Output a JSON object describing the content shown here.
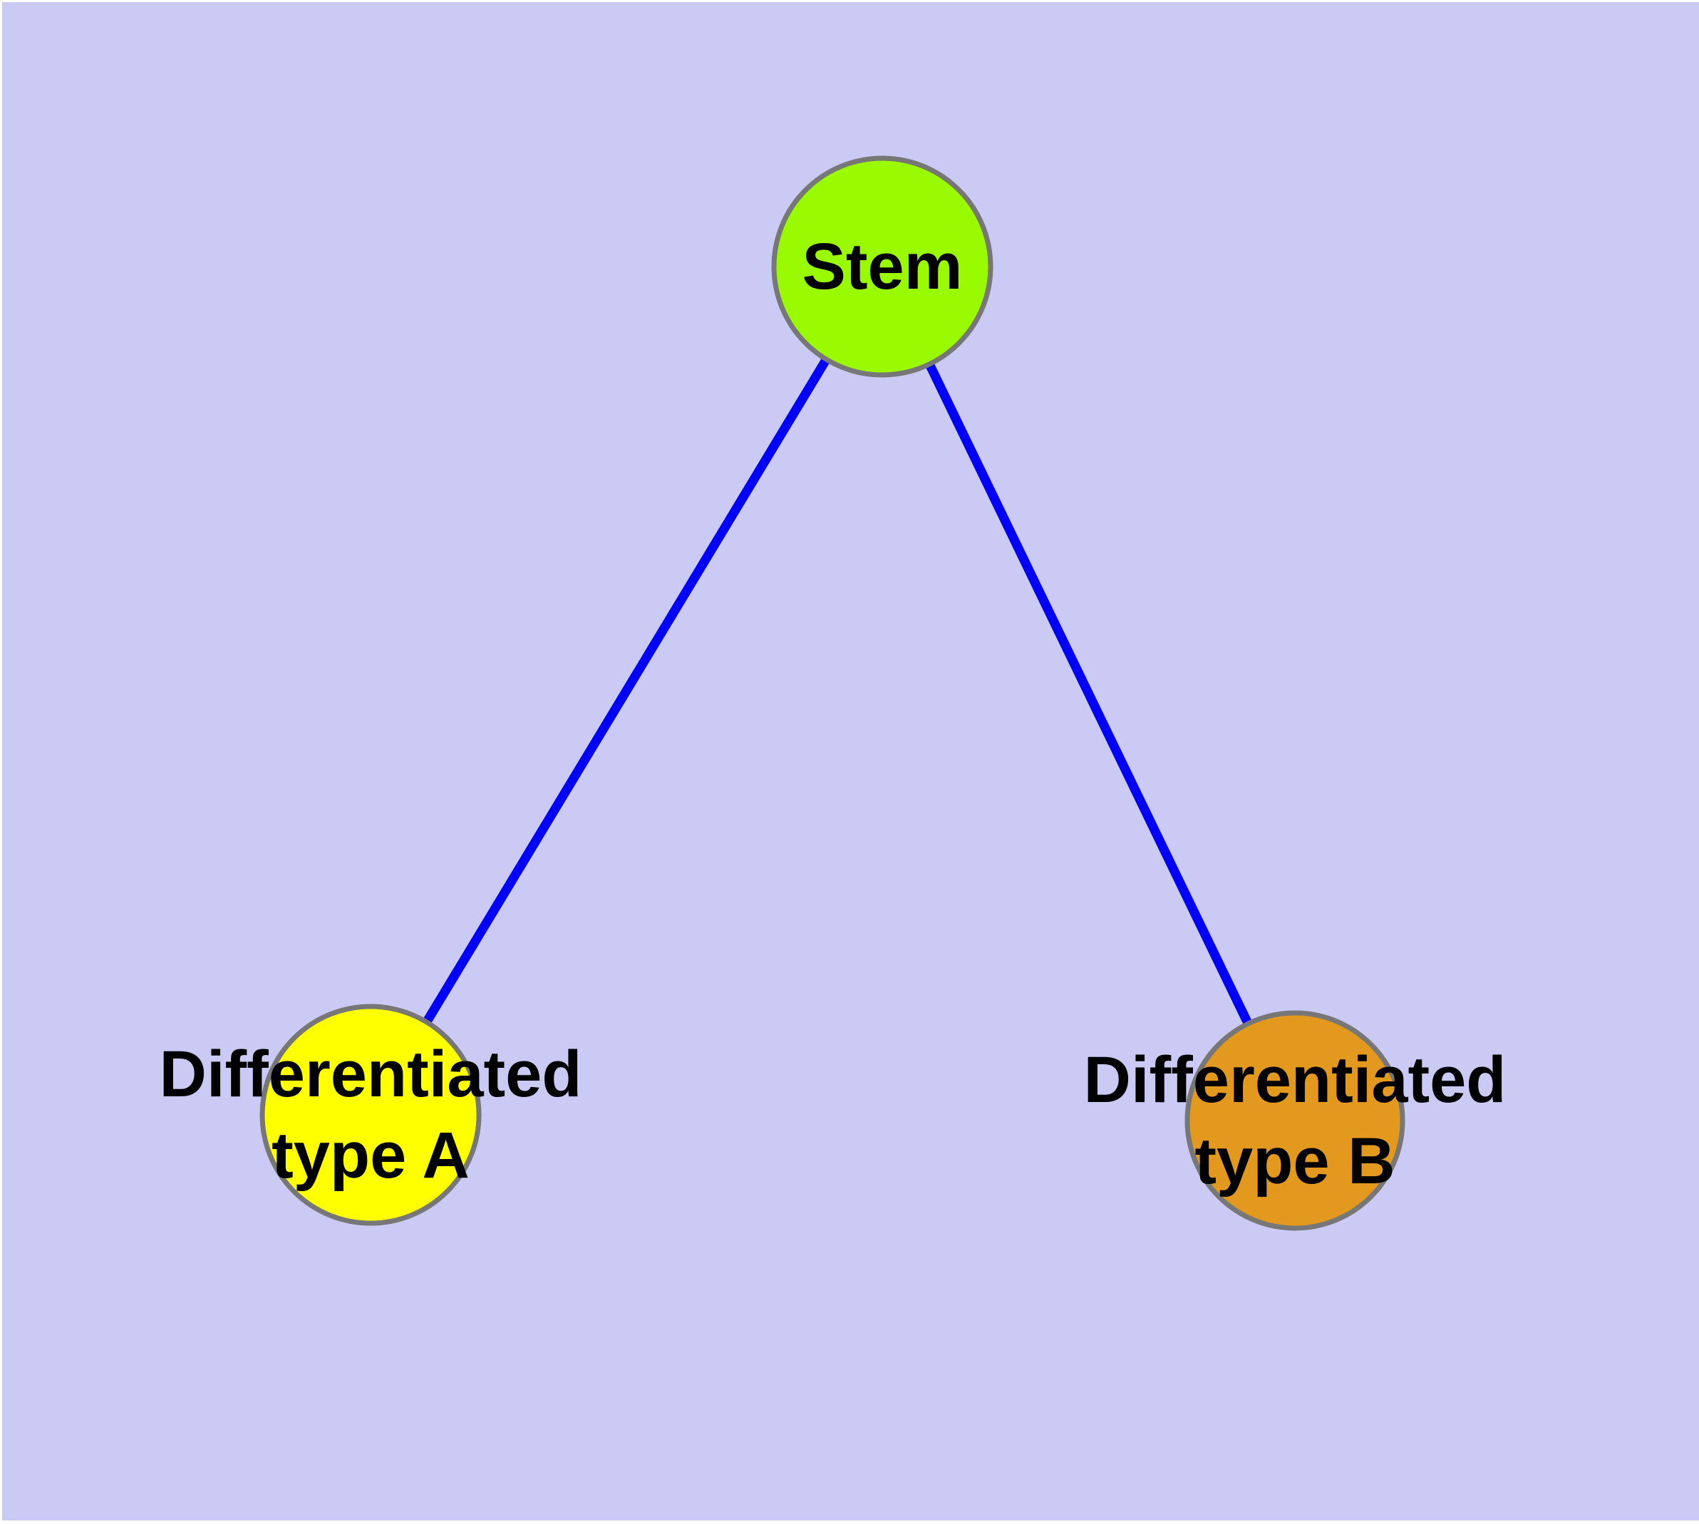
{
  "diagram": {
    "type": "node-link-graph",
    "background_color": "#CACAF4",
    "margin_color": "#FFFFFF",
    "edge_color": "#0000F8",
    "node_border_color": "#777777",
    "label_color": "#000000",
    "nodes": [
      {
        "id": "stem",
        "label": "Stem",
        "color": "#9AFB00"
      },
      {
        "id": "differentiated-type-a",
        "label": "Differentiated\ntype A",
        "color": "#FFFF00"
      },
      {
        "id": "differentiated-type-b",
        "label": "Differentiated\ntype B",
        "color": "#E2991E"
      }
    ],
    "edges": [
      {
        "from": "stem",
        "to": "differentiated-type-a"
      },
      {
        "from": "stem",
        "to": "differentiated-type-b"
      }
    ]
  }
}
